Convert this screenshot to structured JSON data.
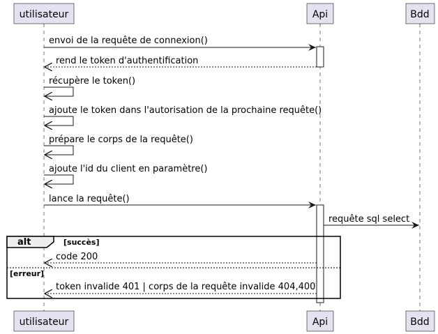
{
  "participants": {
    "user": "utilisateur",
    "api": "Api",
    "bdd": "Bdd"
  },
  "messages": {
    "m1": "envoi de la requête de connexion()",
    "m2": "rend le token d'authentification",
    "m3": "récupère le token()",
    "m4": "ajoute le token dans l'autorisation de la prochaine requête()",
    "m5": "prépare le corps de la requête()",
    "m6": "ajoute l'id du client en paramètre()",
    "m7": "lance la requête()",
    "m8": "requête sql select",
    "m9": "code 200",
    "m10": "token invalide 401 | corps de la requête invalide 404,400"
  },
  "fragment": {
    "keyword": "alt",
    "guard1": "[succès]",
    "guard2": "[erreur]"
  }
}
